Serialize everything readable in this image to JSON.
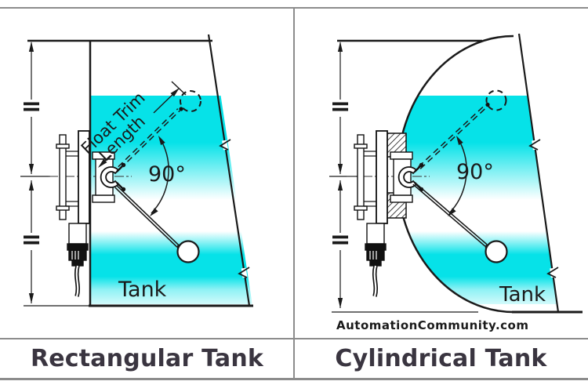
{
  "titles": {
    "left": "Rectangular Tank",
    "right": "Cylindrical Tank"
  },
  "labels": {
    "tank": "Tank",
    "angle": "90°",
    "float_trim_line1": "Float Trim",
    "float_trim_line2": "Length",
    "equal": "="
  },
  "watermark": "AutomationCommunity.com",
  "colors": {
    "water": "#06E2E8",
    "line": "#1a1a1a",
    "divider_gray": "#8c8c8c",
    "title_text": "#3a3540",
    "watermark_text": "#dcdcdc"
  }
}
